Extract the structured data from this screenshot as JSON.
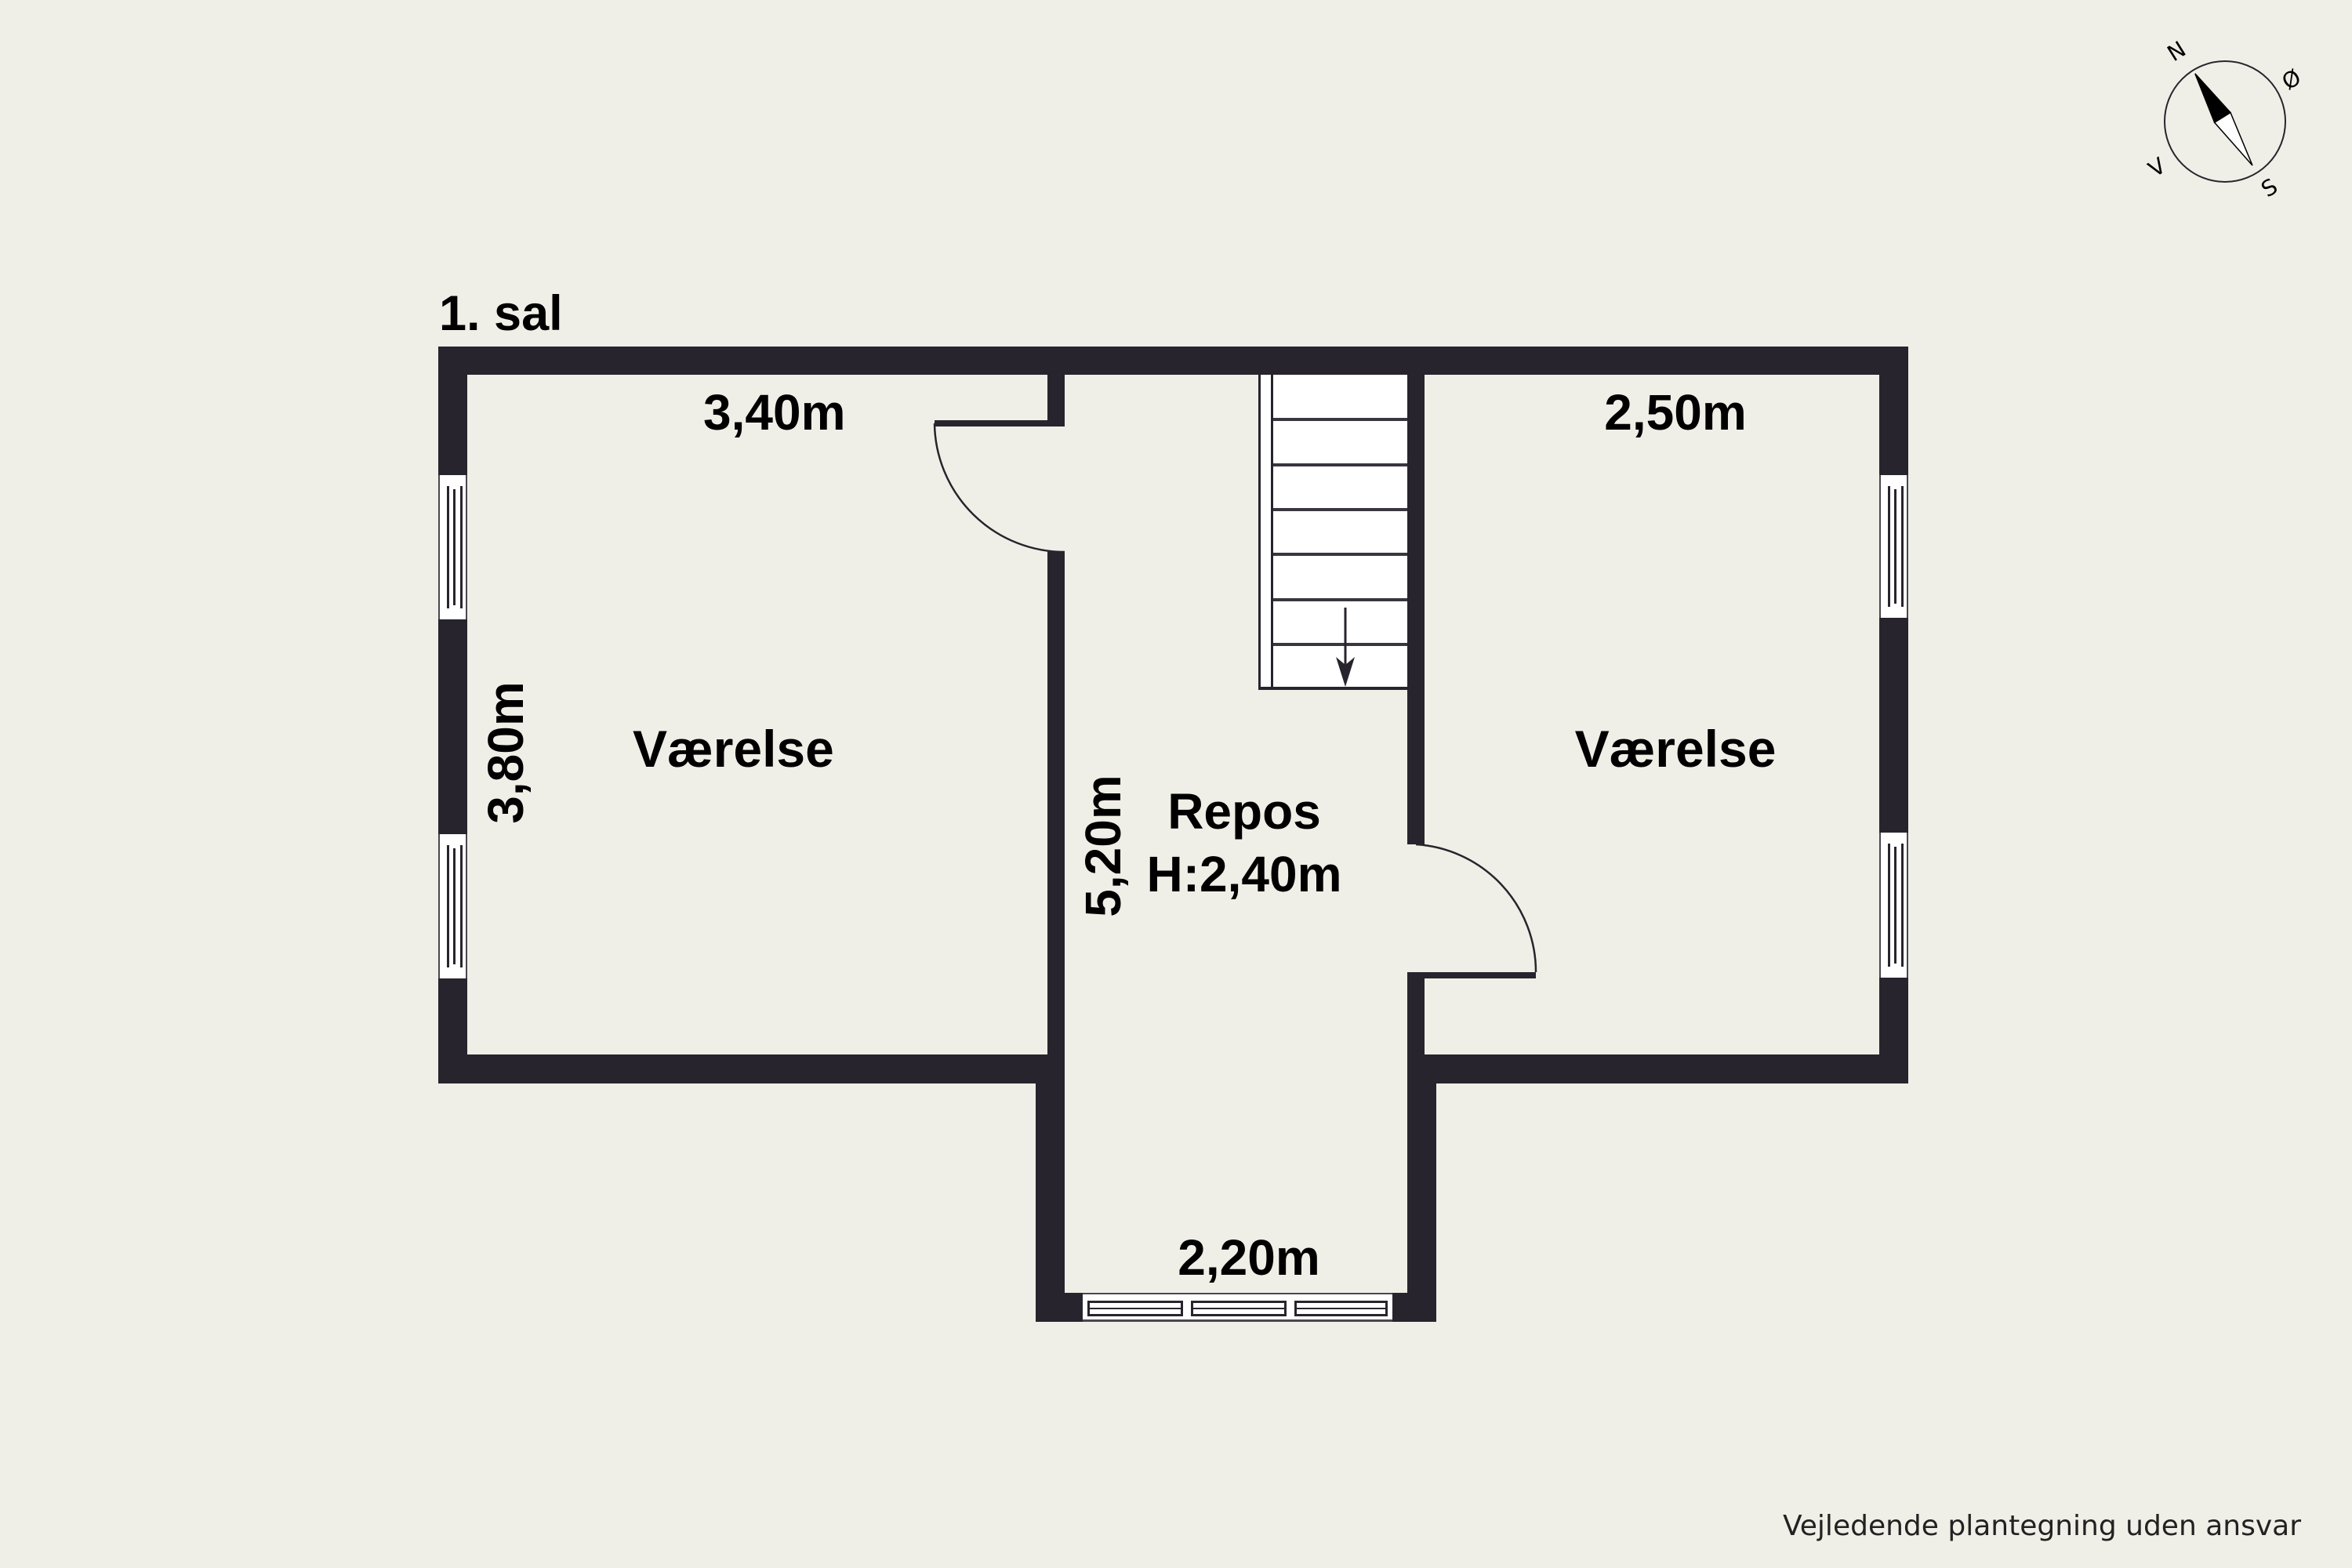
{
  "floor": {
    "title": "1. sal",
    "rooms": [
      {
        "name": "Værelse",
        "width_label": "3,40m",
        "depth_label": "3,80m"
      },
      {
        "name": "Repos",
        "height_label": "H:2,40m",
        "length_label": "5,20m",
        "width_label": "2,20m"
      },
      {
        "name": "Værelse",
        "width_label": "2,50m"
      }
    ],
    "stairs": {
      "direction": "down",
      "step_count": 7
    }
  },
  "compass": {
    "north": "N",
    "east": "Ø",
    "south": "S",
    "west": "V"
  },
  "footer": {
    "disclaimer": "Vejledende plantegning uden ansvar"
  },
  "colors": {
    "background": "#f0efe7",
    "wall": "#28242d",
    "text": "#000000"
  }
}
